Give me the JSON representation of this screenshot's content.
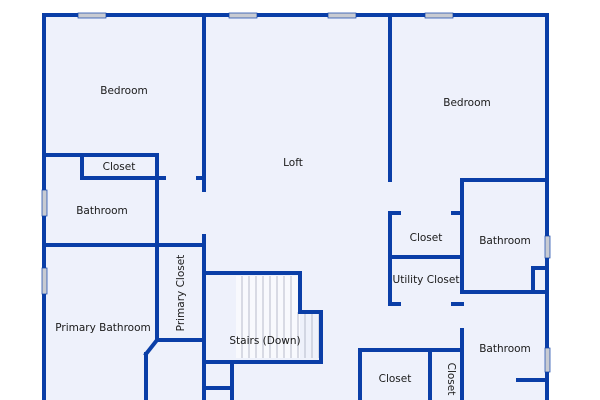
{
  "colors": {
    "wall": "#0a3ea7",
    "floor": "#eef1fb",
    "window": "#c8cbd2",
    "label": "#1a1a1a"
  },
  "rooms": {
    "bedroom_nw": "Bedroom",
    "loft": "Loft",
    "bedroom_ne": "Bedroom",
    "closet_nw": "Closet",
    "bathroom_w": "Bathroom",
    "primary_closet": "Primary Closet",
    "primary_bathroom": "Primary Bathroom",
    "stairs": "Stairs (Down)",
    "closet_e": "Closet",
    "bathroom_e": "Bathroom",
    "utility_closet": "Utility Closet",
    "bathroom_se": "Bathroom",
    "closet_s": "Closet",
    "closet_s_narrow": "Closet"
  }
}
